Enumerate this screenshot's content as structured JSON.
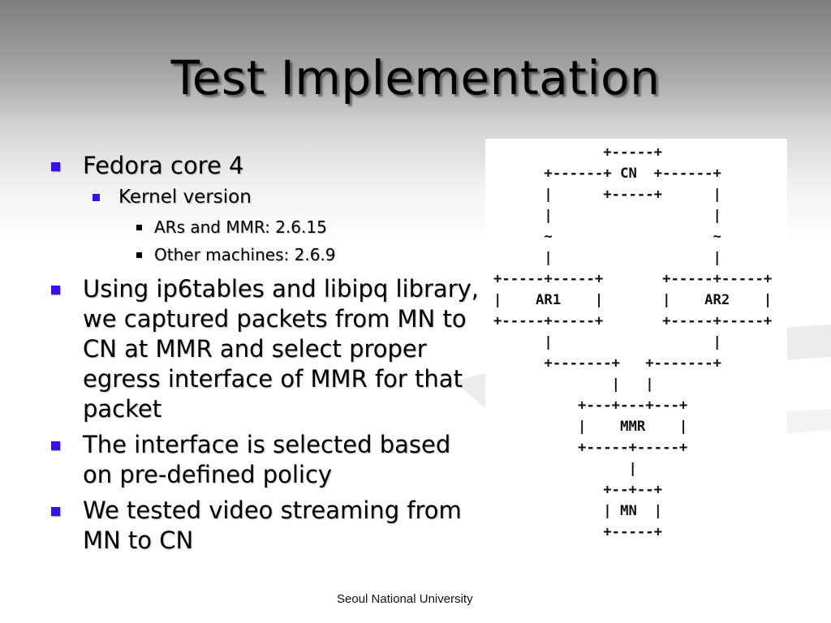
{
  "slide": {
    "title": "Test Implementation",
    "bullets": [
      {
        "text": "Fedora core 4",
        "sub": [
          {
            "text": "Kernel version",
            "sub": [
              {
                "text": "ARs and MMR: 2.6.15"
              },
              {
                "text": "Other machines: 2.6.9"
              }
            ]
          }
        ]
      },
      {
        "text": "Using ip6tables and libipq library, we captured packets from MN to CN at MMR and select proper egress interface of MMR for that packet"
      },
      {
        "text": "The interface is selected based on pre-defined policy"
      },
      {
        "text": "We tested video streaming from MN to CN"
      }
    ],
    "diagram_ascii": "             +-----+\n      +------+ CN  +------+\n      |      +-----+      |\n      |                   |\n      ~                   ~\n      |                   |\n+-----+-----+       +-----+-----+\n|    AR1    |       |    AR2    |\n+-----+-----+       +-----+-----+\n      |                   |\n      +-------+   +-------+\n              |   |\n          +---+---+---+\n          |    MMR    |\n          +-----+-----+\n                |\n             +--+--+\n             | MN  |\n             +-----+",
    "footer": "Seoul National University",
    "colors": {
      "bullet_primary": "#3a10e8",
      "bullet_tertiary": "#000000"
    }
  }
}
